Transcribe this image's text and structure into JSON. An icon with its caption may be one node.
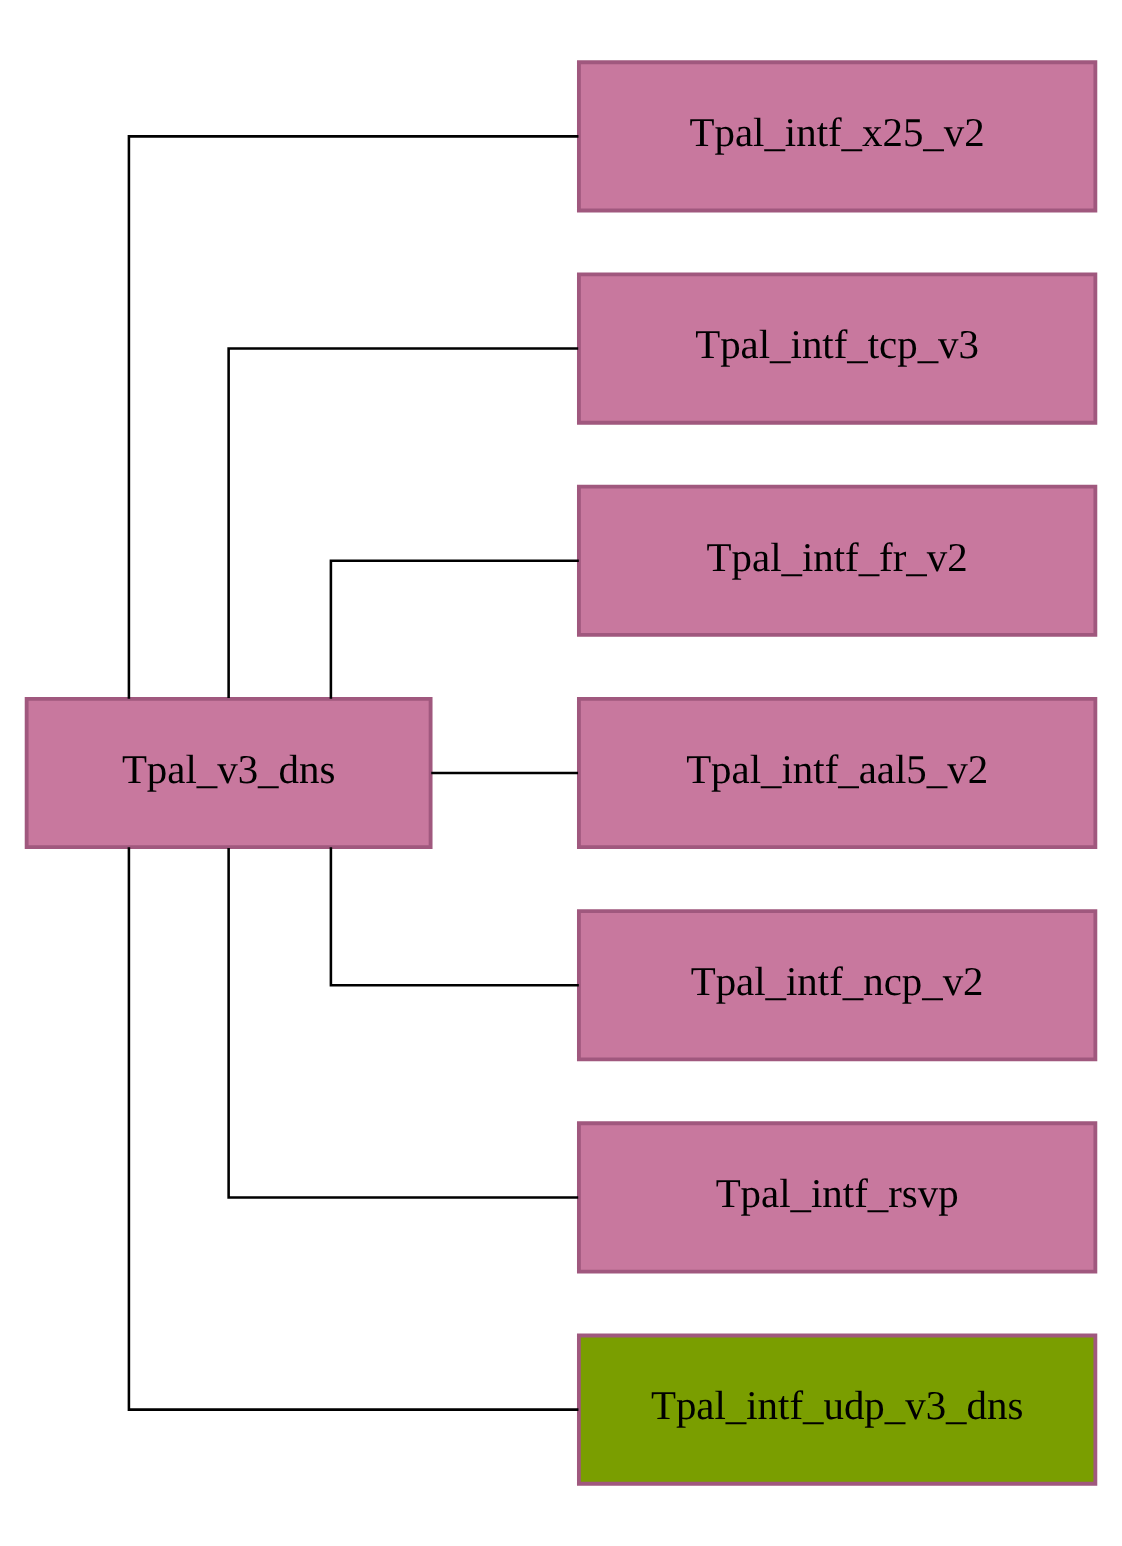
{
  "diagram": {
    "nodes": [
      {
        "text": [
          "Tpal_v3_dns"
        ]
      },
      {
        "text": [
          "Tpal_intf_x25_v2"
        ]
      },
      {
        "text": [
          "Tpal_intf_tcp_v3"
        ]
      },
      {
        "text": [
          "Tpal_intf_fr_v2"
        ]
      },
      {
        "text": [
          "Tpal_intf_aal5_v2"
        ]
      },
      {
        "text": [
          "Tpal_intf_ncp_v2"
        ]
      },
      {
        "text": [
          "Tpal_intf_rsvp"
        ]
      },
      {
        "text": [
          "Tpal_intf_udp_v3_dns"
        ]
      }
    ],
    "edges": [
      {
        "from": 0,
        "to": 1,
        "arrow": "none"
      },
      {
        "from": 0,
        "to": 2,
        "arrow": "none"
      },
      {
        "from": 0,
        "to": 3,
        "arrow": "none"
      },
      {
        "from": 0,
        "to": 4,
        "arrow": "none"
      },
      {
        "from": 0,
        "to": 5,
        "arrow": "none"
      },
      {
        "from": 0,
        "to": 6,
        "arrow": "none"
      },
      {
        "from": 0,
        "to": 7,
        "arrow": "none"
      }
    ]
  }
}
